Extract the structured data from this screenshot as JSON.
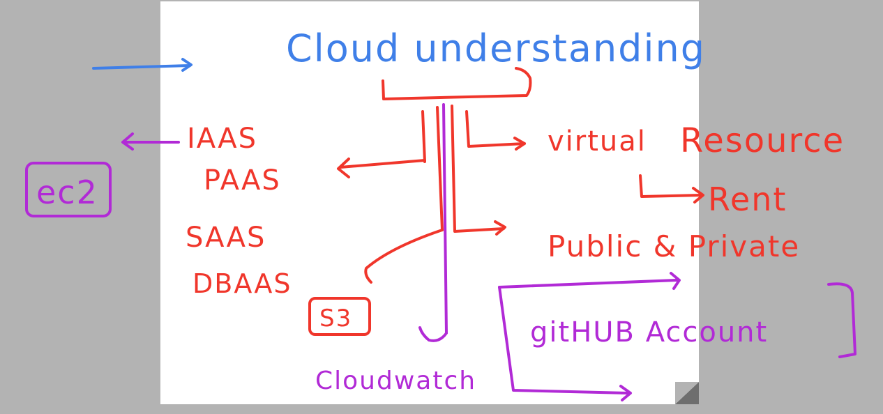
{
  "colors": {
    "background": "#b3b3b3",
    "board": "#ffffff",
    "blue_ink": "#3f7fe8",
    "red_ink": "#f0362b",
    "purple_ink": "#b12ad6"
  },
  "title": "Cloud understanding",
  "left_terms": [
    "IAAS",
    "PAAS",
    "SAAS",
    "DBAAS"
  ],
  "ec2": "ec2",
  "s3": "S3",
  "cloudwatch": "Cloudwatch",
  "virtual": "virtual",
  "resource": "Resource",
  "rent": "Rent",
  "public_private": "Public & Private",
  "github_account": "gitHUB Account"
}
